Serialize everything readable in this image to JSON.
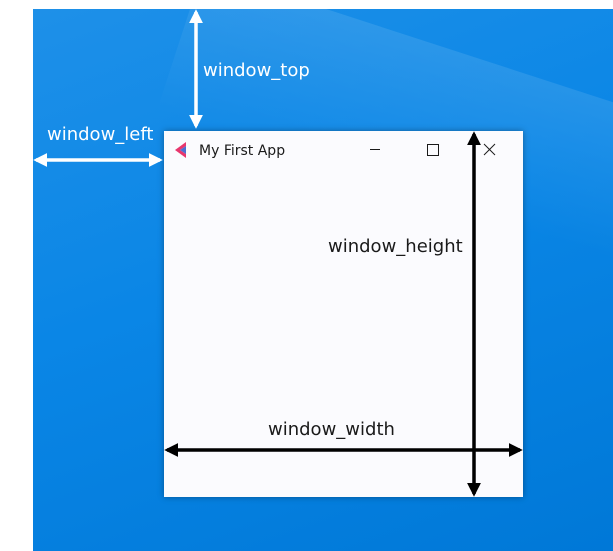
{
  "window": {
    "title": "My First App",
    "controls": {
      "minimize": "minimize",
      "maximize": "maximize",
      "close": "close"
    }
  },
  "annotations": {
    "top": "window_top",
    "left": "window_left",
    "height": "window_height",
    "width": "window_width"
  },
  "colors": {
    "desktop": "#0078d7",
    "window": "#fbfbfe",
    "arrow_outside": "#ffffff",
    "arrow_inside": "#000000",
    "icon_pink": "#e8366d",
    "icon_blue": "#4b6fd1"
  }
}
